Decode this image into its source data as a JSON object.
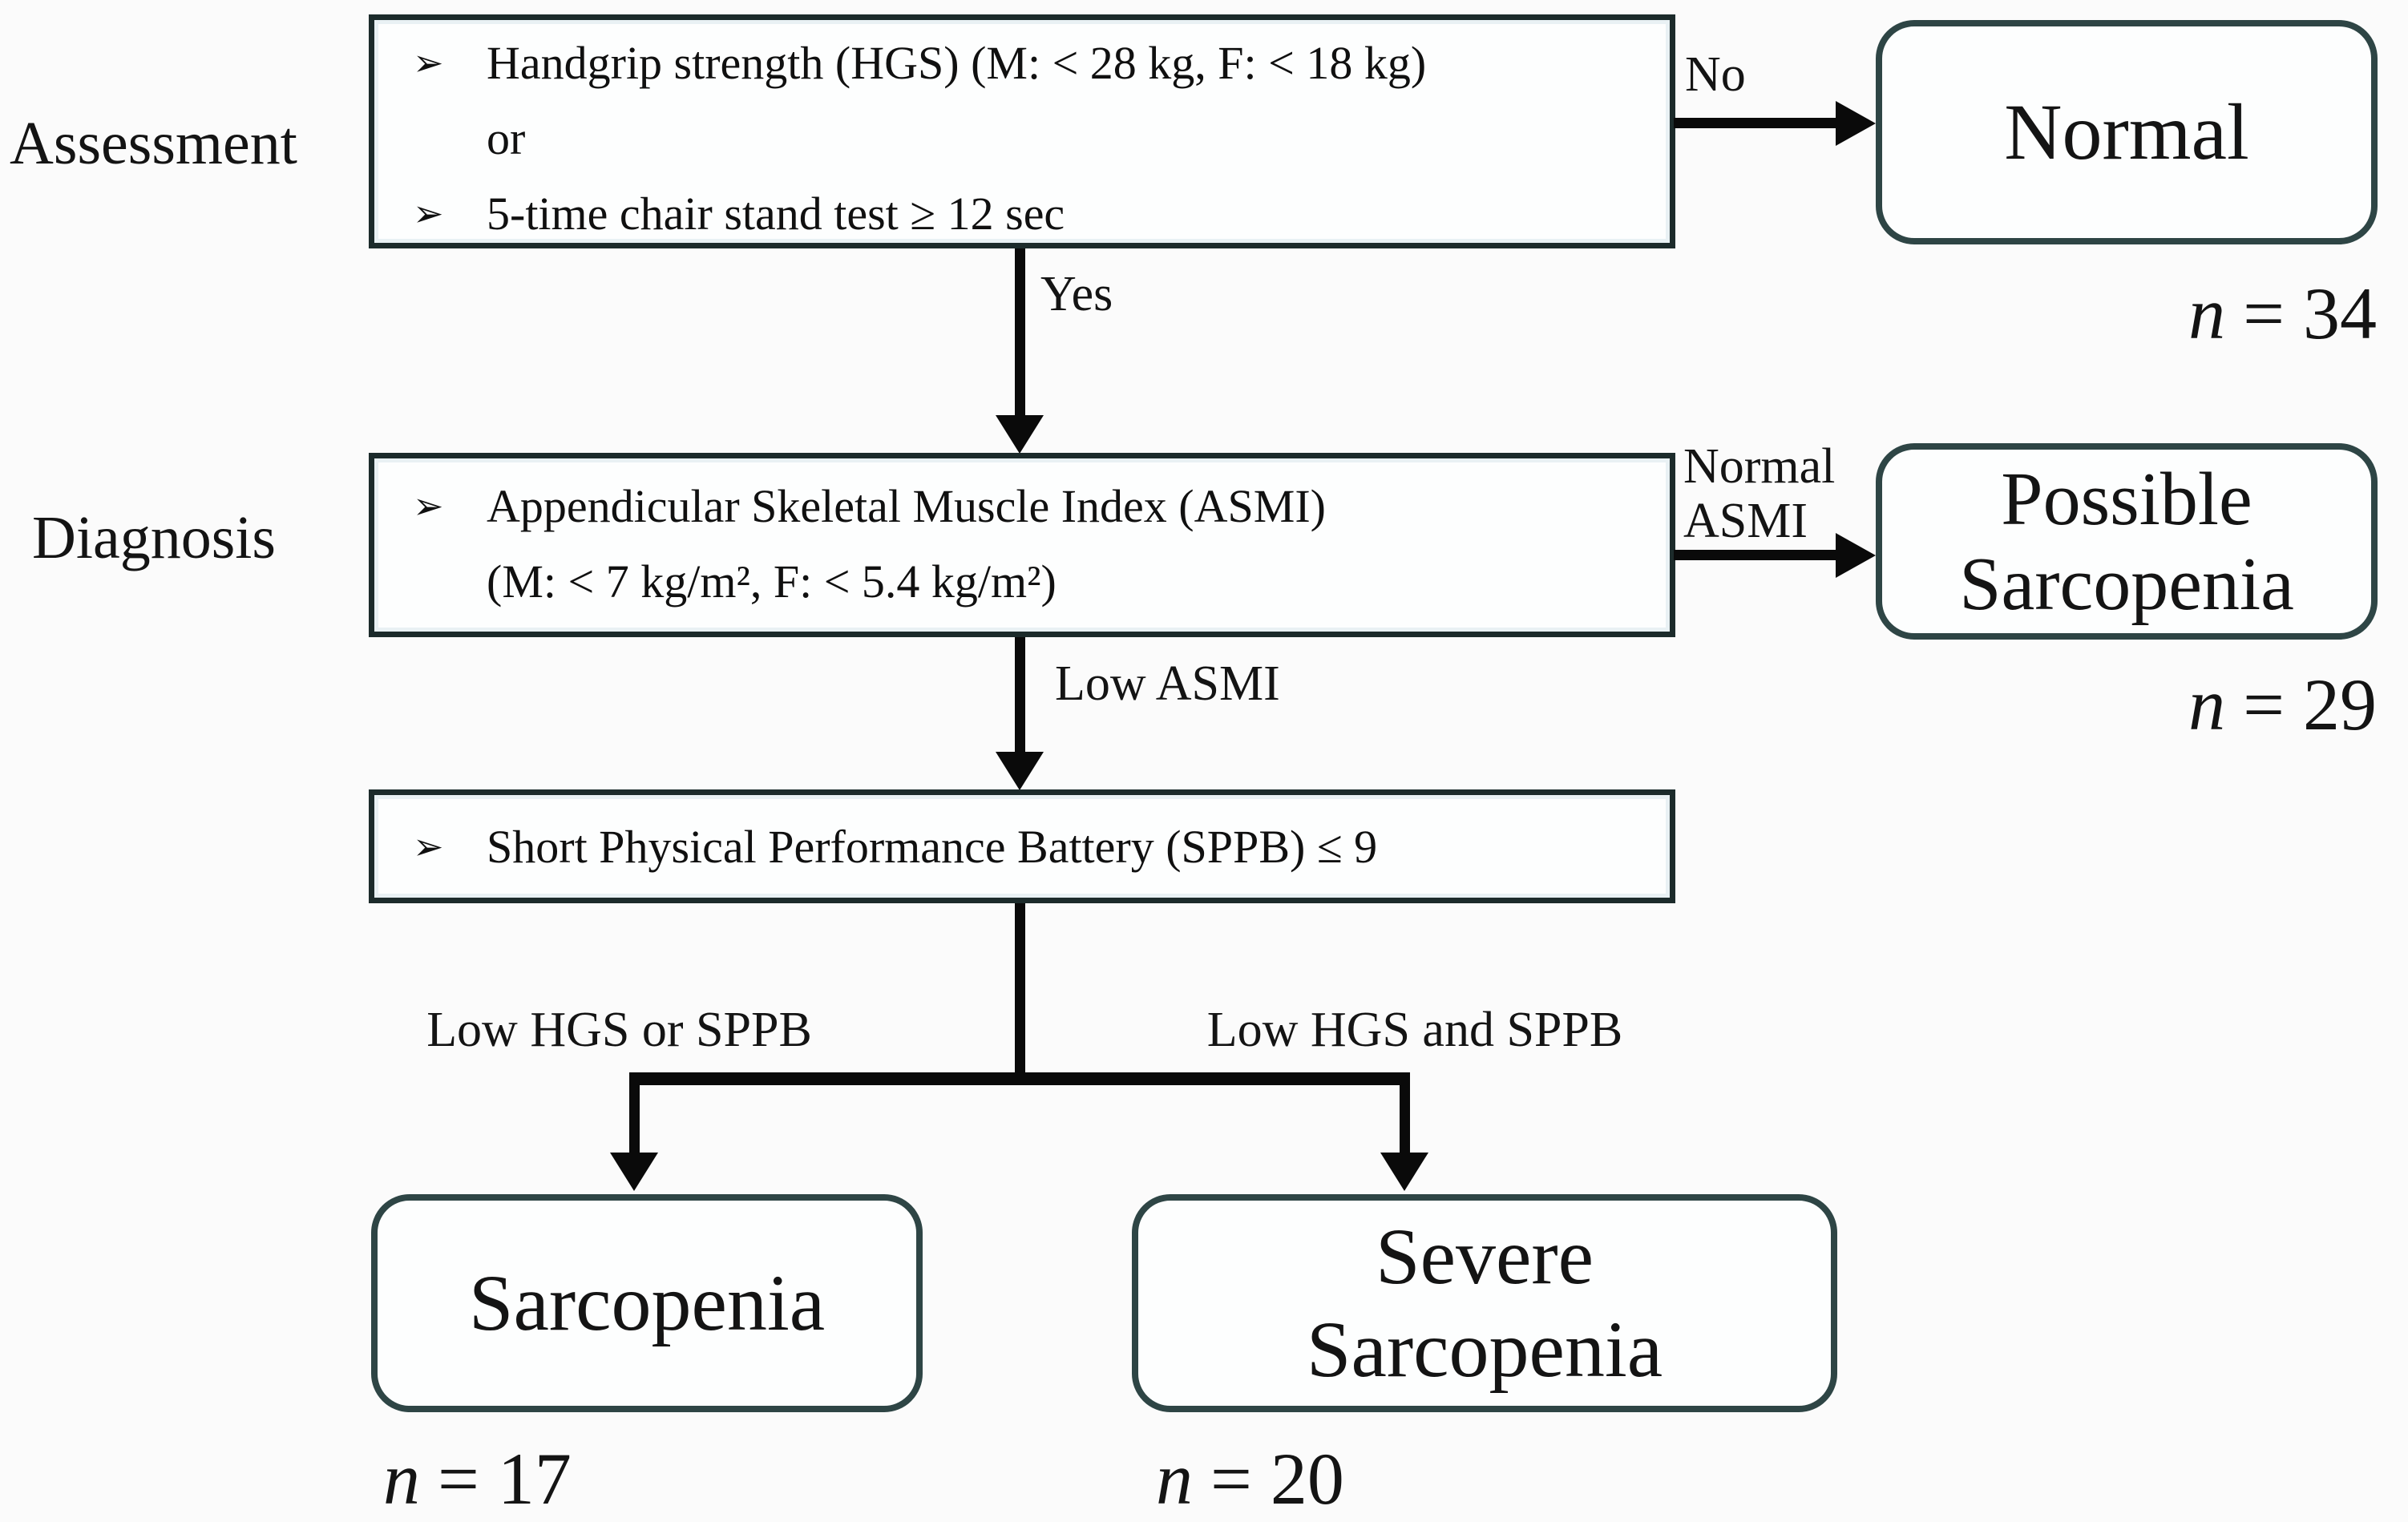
{
  "figure": {
    "title_implicit": "Sarcopenia assessment and diagnosis flowchart",
    "background_color": "#fbfbfb",
    "colors": {
      "criterion_box_border": "#1c2b2b",
      "outcome_box_border": "#2e4545",
      "arrow": "#0a0a0a",
      "text": "#111111"
    },
    "stages": {
      "assessment": "Assessment",
      "diagnosis": "Diagnosis"
    },
    "boxes": {
      "assessment": {
        "lines": [
          {
            "bullet": "➢",
            "text": "Handgrip strength (HGS) (M: < 28 kg, F: < 18 kg)"
          },
          {
            "bullet": "",
            "text": "or"
          },
          {
            "bullet": "➢",
            "text": "5-time chair stand test ≥ 12 sec"
          }
        ]
      },
      "diagnosis": {
        "lines": [
          {
            "bullet": "➢",
            "text": "Appendicular Skeletal Muscle Index (ASMI)"
          },
          {
            "bullet": "",
            "text": "(M: < 7 kg/m², F: < 5.4 kg/m²)"
          }
        ]
      },
      "sppb": {
        "lines": [
          {
            "bullet": "➢",
            "text": "Short Physical Performance Battery (SPPB) ≤ 9"
          }
        ]
      }
    },
    "edges": {
      "no": "No",
      "yes": "Yes",
      "normal_asmi": [
        "Normal",
        "ASMI"
      ],
      "low_asmi": "Low ASMI",
      "branch_left": "Low HGS or SPPB",
      "branch_right": "Low HGS and SPPB"
    },
    "outcomes": {
      "normal": {
        "lines": [
          "Normal"
        ],
        "n_var": "n",
        "n_rest": "= 34"
      },
      "possible": {
        "lines": [
          "Possible",
          "Sarcopenia"
        ],
        "n_var": "n",
        "n_rest": "= 29"
      },
      "sarcopenia": {
        "lines": [
          "Sarcopenia"
        ],
        "n_var": "n",
        "n_rest": "= 17"
      },
      "severe": {
        "lines": [
          "Severe",
          "Sarcopenia"
        ],
        "n_var": "n",
        "n_rest": "= 20"
      }
    }
  }
}
